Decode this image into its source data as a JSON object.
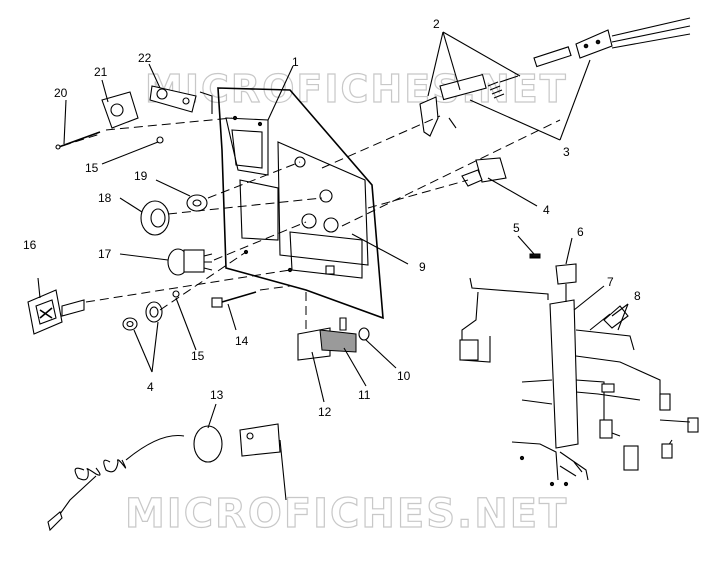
{
  "diagram": {
    "watermark_top": "MICROFICHES.NET",
    "watermark_bottom": "MICROFICHES.NET",
    "callouts": [
      "1",
      "2",
      "3",
      "4",
      "5",
      "6",
      "7",
      "8",
      "9",
      "10",
      "11",
      "12",
      "13",
      "14",
      "15",
      "16",
      "17",
      "18",
      "19",
      "20",
      "21",
      "22"
    ],
    "callouts_repeat": [
      "4",
      "15"
    ]
  }
}
